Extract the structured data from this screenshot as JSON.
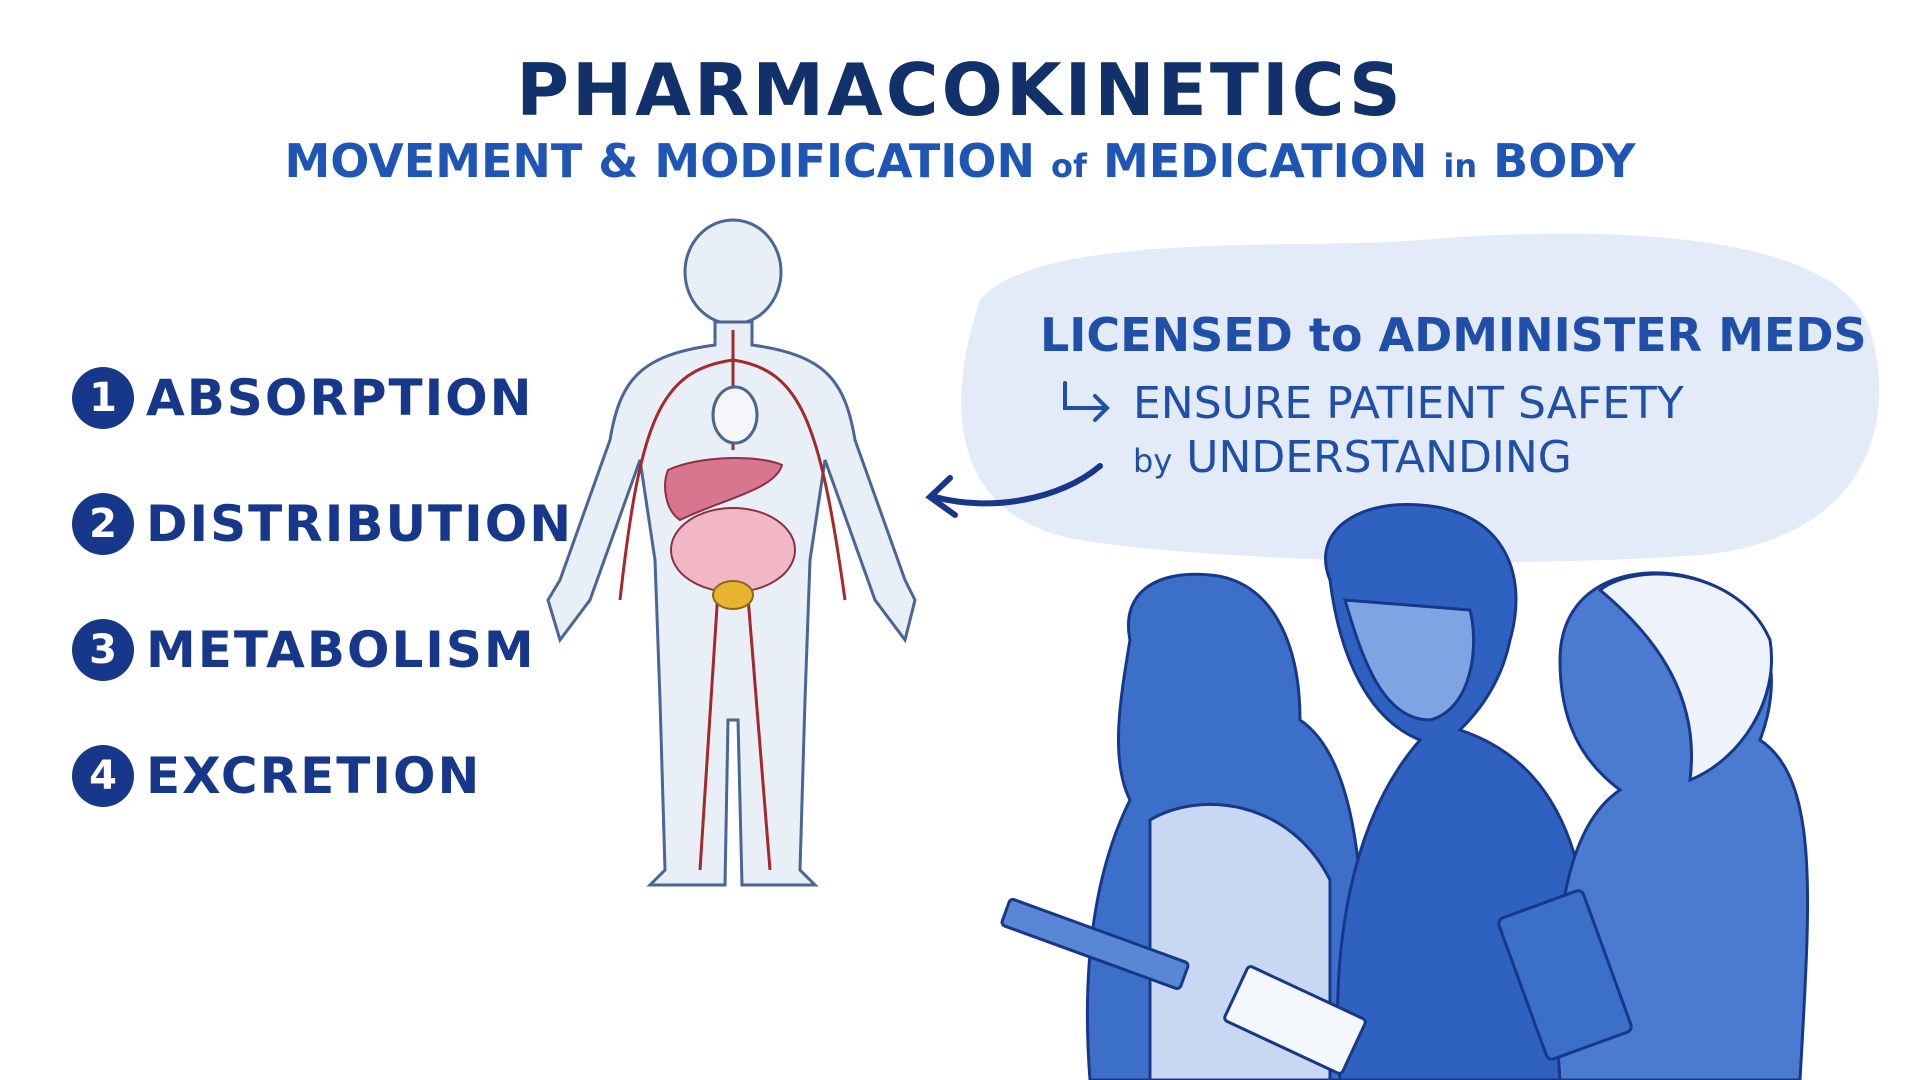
{
  "header": {
    "title": "PHARMACOKINETICS",
    "subtitle_parts": [
      "MOVEMENT & MODIFICATION ",
      "of",
      " MEDICATION ",
      "in",
      " BODY"
    ]
  },
  "steps": [
    {
      "number": "1",
      "label": "ABSORPTION"
    },
    {
      "number": "2",
      "label": "DISTRIBUTION"
    },
    {
      "number": "3",
      "label": "METABOLISM"
    },
    {
      "number": "4",
      "label": "EXCRETION"
    }
  ],
  "bubble": {
    "line1": "LICENSED to ADMINISTER MEDS",
    "line2_icon": "arrow-turn-right-icon",
    "line2": "ENSURE PATIENT SAFETY",
    "line3_small": "by",
    "line3": " UNDERSTANDING"
  },
  "colors": {
    "title": "#12306a",
    "subtitle": "#1f55b5",
    "bubble": "#e2ebf7",
    "people": "#3b6fc8",
    "vessels": "#a5282c"
  }
}
